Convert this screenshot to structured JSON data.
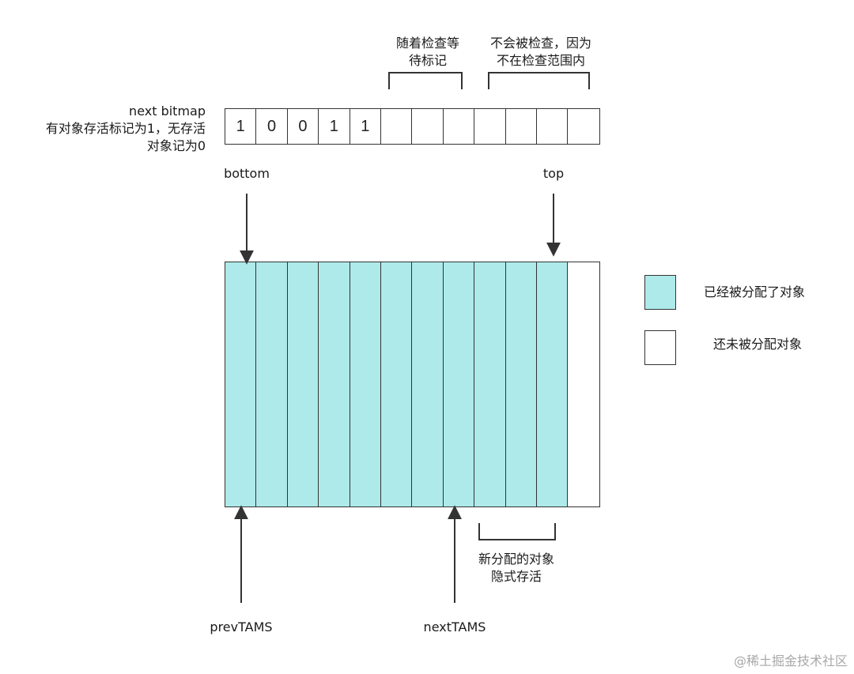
{
  "colors": {
    "allocated": "#aeeaea",
    "unallocated": "#ffffff",
    "stroke": "#333333"
  },
  "bitmap": {
    "label_lines": [
      "next bitmap",
      "有对象存活标记为1，无存活",
      "对象记为0"
    ],
    "cells": [
      "1",
      "0",
      "0",
      "1",
      "1",
      "",
      "",
      "",
      "",
      "",
      "",
      ""
    ]
  },
  "brackets": {
    "pending": {
      "lines": [
        "随着检查等",
        "待标记"
      ]
    },
    "unchecked": {
      "lines": [
        "不会被检查，因为",
        "不在检查范围内"
      ]
    },
    "new_objects": {
      "lines": [
        "新分配的对象",
        "隐式存活"
      ]
    }
  },
  "pointers": {
    "bottom": "bottom",
    "top": "top",
    "prevTAMS": "prevTAMS",
    "nextTAMS": "nextTAMS"
  },
  "region": {
    "slots": [
      "allocated",
      "allocated",
      "allocated",
      "allocated",
      "allocated",
      "allocated",
      "allocated",
      "allocated",
      "allocated",
      "allocated",
      "allocated",
      "unallocated"
    ]
  },
  "legend": {
    "allocated": "已经被分配了对象",
    "unallocated": "还未被分配对象"
  },
  "watermark": "@稀土掘金技术社区"
}
